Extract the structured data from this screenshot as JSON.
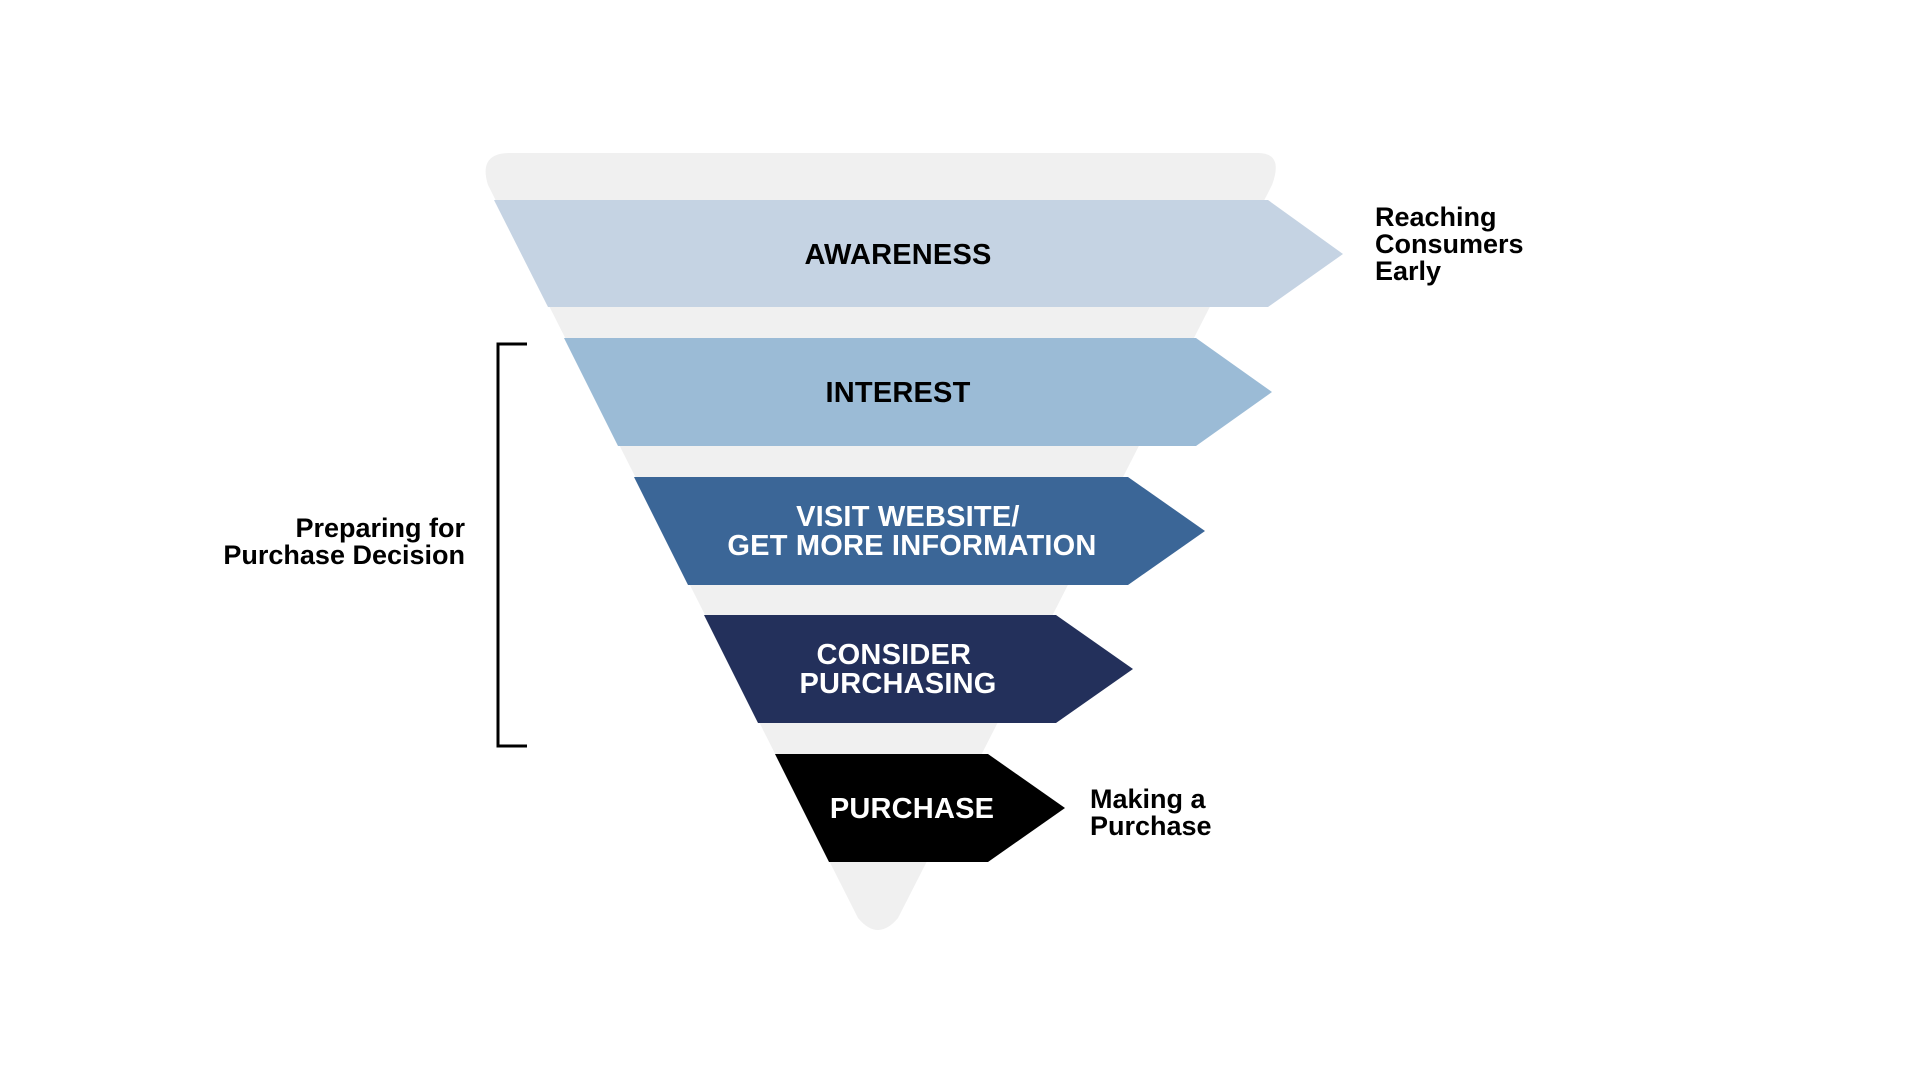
{
  "diagram": {
    "stages": [
      {
        "lines": [
          "AWARENESS"
        ],
        "color": "#c5d3e3",
        "text_color": "#000000"
      },
      {
        "lines": [
          "INTEREST"
        ],
        "color": "#9bbbd6",
        "text_color": "#000000"
      },
      {
        "lines": [
          "VISIT WEBSITE/",
          "GET MORE INFORMATION"
        ],
        "color": "#3b6697",
        "text_color": "#ffffff"
      },
      {
        "lines": [
          "CONSIDER",
          "PURCHASING"
        ],
        "color": "#23305b",
        "text_color": "#ffffff"
      },
      {
        "lines": [
          "PURCHASE"
        ],
        "color": "#000000",
        "text_color": "#ffffff"
      }
    ],
    "funnel_color": "#f0f0f0",
    "notes": {
      "reaching": [
        "Reaching",
        "Consumers",
        "Early"
      ],
      "preparing": [
        "Preparing for",
        "Purchase Decision"
      ],
      "making": [
        "Making a",
        "Purchase"
      ]
    }
  }
}
